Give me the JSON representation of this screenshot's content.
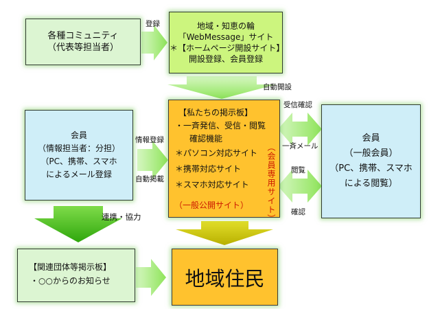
{
  "communities": {
    "line1": "各種コミュニティ",
    "line2": "（代表等担当者）"
  },
  "label_register": "登録",
  "chie_box": {
    "line1": "地域・知恵の輪",
    "line2": "「WebMessage」サイト",
    "line3": "＊【ホームページ開設サイト】",
    "line4": "開設登録、会員登録"
  },
  "label_auto_open": "自動開設",
  "member_left": {
    "line1": "会員",
    "line2": "（情報担当者：分担）",
    "line3": "（PC、携帯、スマホ",
    "line4": "によるメール登録"
  },
  "label_info_register": "情報登録",
  "label_auto_post": "自動掲載",
  "board": {
    "title": "【私たちの掲示板】",
    "item1": "・一斉発信、受信・閲覧",
    "item1b": "確認機能",
    "item2": "＊パソコン対応サイト",
    "item3": "＊携帯対応サイト",
    "item4": "＊スマホ対応サイト",
    "public_label": "（一般公開サイト）",
    "member_only_label": "（会員専用サイト）"
  },
  "label_recv_confirm": "受信確認",
  "label_broadcast_mail": "一斉メール",
  "label_view": "閲覧",
  "label_confirm": "確認",
  "member_right": {
    "line1": "会員",
    "line2": "（一般会員）",
    "line3": "（PC、携帯、スマホ",
    "line4": "による閲覧）"
  },
  "label_cooperation": "連携・協力",
  "related": {
    "line1": "【関連団体等掲示板】",
    "line2": "・○○からのお知らせ"
  },
  "residents": {
    "label": "地域住民"
  },
  "colors": {
    "light_green": "#dcf5d2",
    "lime": "#ccf57e",
    "orange": "#ffc22e",
    "light_blue": "#cfeef8",
    "arrow_green": "#a8ee78",
    "arrow_dark_green": "#3fbd16",
    "arrow_olive": "#c9c400",
    "red_text": "#cc1a00"
  }
}
